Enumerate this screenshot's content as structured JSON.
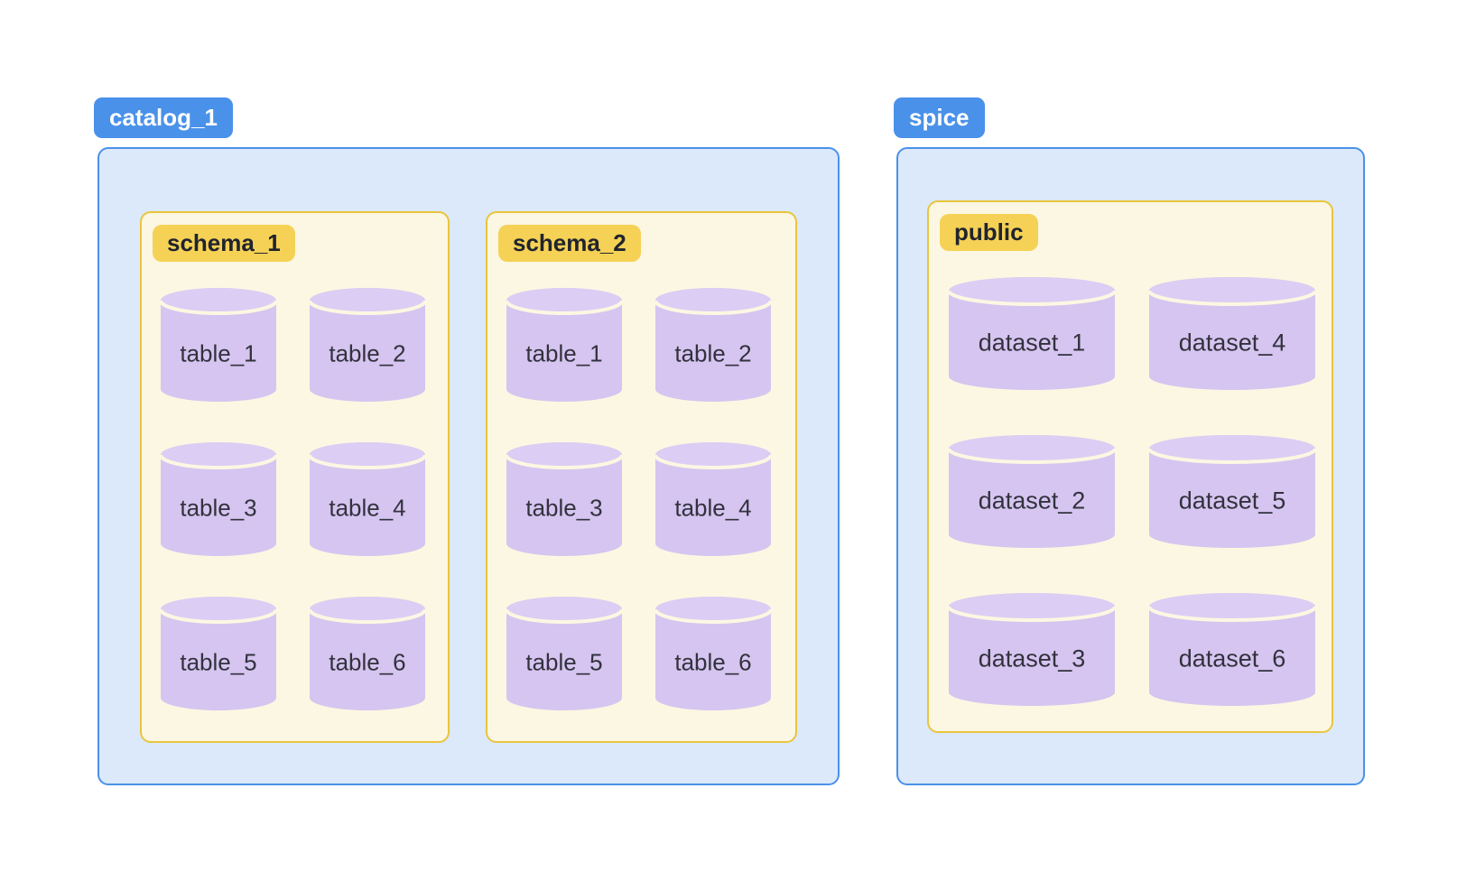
{
  "diagram": {
    "kind": "database-catalog-hierarchy"
  },
  "colors": {
    "catalog_badge_bg": "#4a91e9",
    "catalog_badge_text": "#ffffff",
    "catalog_box_bg": "#dbe9fa",
    "catalog_box_border": "#4a91e9",
    "schema_box_bg": "#fcf7e2",
    "schema_box_border": "#e9c53e",
    "schema_badge_bg": "#f5d155",
    "schema_badge_text": "#20242e",
    "cylinder_body": "#d6c5f0",
    "cylinder_top": "#dccdf4",
    "cylinder_rim": "#fcf7e2",
    "cylinder_label_text": "#32323e"
  },
  "catalogs": [
    {
      "label": "catalog_1",
      "schemas": [
        {
          "label": "schema_1",
          "flow": "row",
          "items": [
            "table_1",
            "table_2",
            "table_3",
            "table_4",
            "table_5",
            "table_6"
          ]
        },
        {
          "label": "schema_2",
          "flow": "row",
          "items": [
            "table_1",
            "table_2",
            "table_3",
            "table_4",
            "table_5",
            "table_6"
          ]
        }
      ]
    },
    {
      "label": "spice",
      "schemas": [
        {
          "label": "public",
          "flow": "column",
          "items": [
            "dataset_1",
            "dataset_2",
            "dataset_3",
            "dataset_4",
            "dataset_5",
            "dataset_6"
          ]
        }
      ]
    }
  ]
}
